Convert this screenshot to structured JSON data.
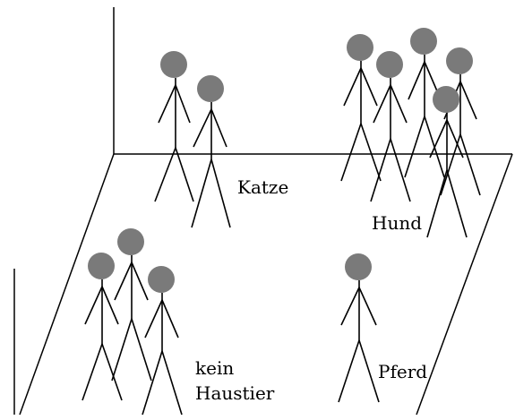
{
  "labels": {
    "cat": "Katze",
    "dog": "Hund",
    "no_pet_line1": "kein",
    "no_pet_line2": "Haustier",
    "horse": "Pferd"
  },
  "groups": {
    "cat": {
      "person_count": 2
    },
    "dog": {
      "person_count": 5
    },
    "no_pet": {
      "person_count": 3
    },
    "horse": {
      "person_count": 1
    }
  },
  "colors": {
    "head": "#7a7a7a",
    "line": "#000000",
    "background": "#ffffff"
  }
}
